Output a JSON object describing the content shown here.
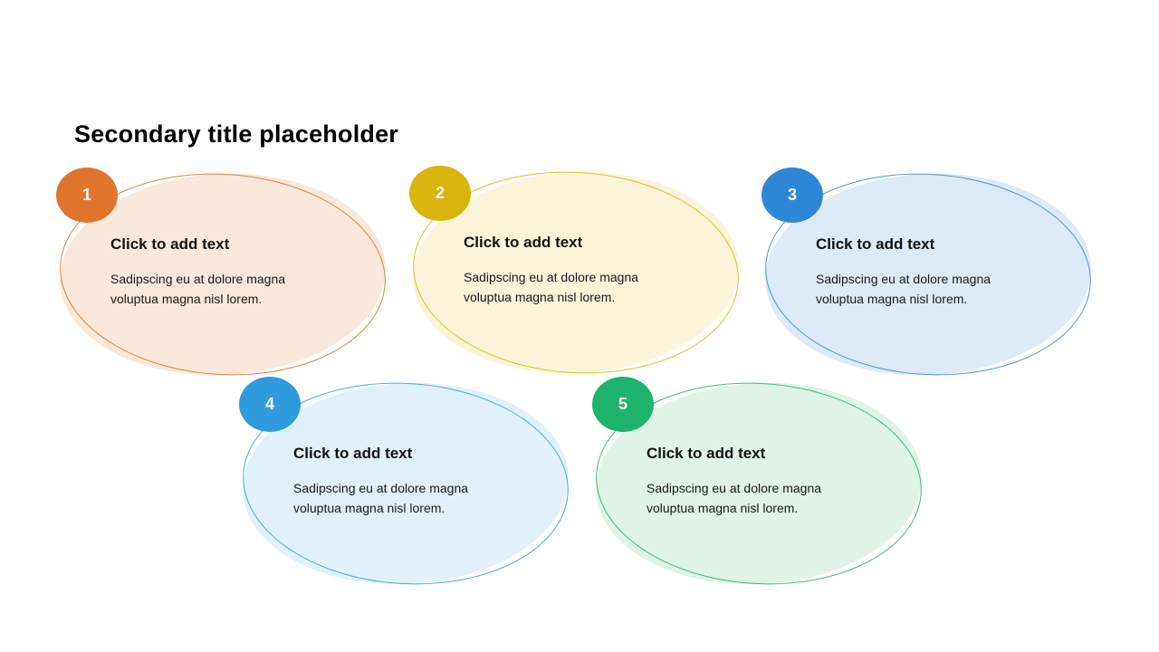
{
  "slide": {
    "title": "Secondary title placeholder"
  },
  "cards": [
    {
      "number": "1",
      "badge_color": "#E2752E",
      "fill_color": "#FAE8DB",
      "outline_color": "#E2813C",
      "heading": "Click to add text",
      "body": "Sadipscing eu at dolore magna voluptua magna nisl lorem."
    },
    {
      "number": "2",
      "badge_color": "#D9B40C",
      "fill_color": "#FCF5DA",
      "outline_color": "#E0C026",
      "heading": "Click to add text",
      "body": "Sadipscing eu at dolore magna voluptua magna nisl lorem."
    },
    {
      "number": "3",
      "badge_color": "#2E86D6",
      "fill_color": "#DDEAF8",
      "outline_color": "#4E94D6",
      "heading": "Click to add text",
      "body": "Sadipscing eu at dolore magna voluptua magna nisl lorem."
    },
    {
      "number": "4",
      "badge_color": "#2F9BDD",
      "fill_color": "#E1F1FB",
      "outline_color": "#49A8DE",
      "heading": "Click to add text",
      "body": "Sadipscing eu at dolore magna voluptua magna nisl lorem."
    },
    {
      "number": "5",
      "badge_color": "#1DB36B",
      "fill_color": "#DFF4E6",
      "outline_color": "#3CBA7C",
      "heading": "Click to add text",
      "body": "Sadipscing eu at dolore magna voluptua magna nisl lorem."
    }
  ]
}
